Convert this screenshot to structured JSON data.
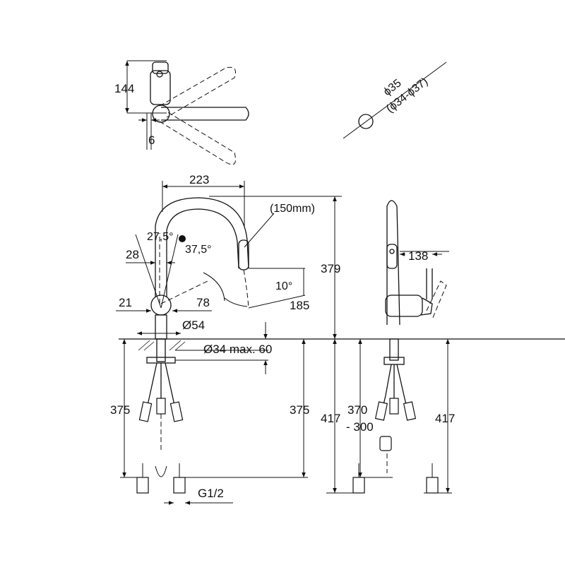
{
  "labels": {
    "top_height": "144",
    "top_offset": "6",
    "hole_dia": "ϕ35",
    "hole_range": "(ϕ34-ϕ37)",
    "spout_reach": "223",
    "hose_ext": "(150mm)",
    "angle_a": "27,5°",
    "angle_b": "37,5°",
    "dim_28": "28",
    "dim_21": "21",
    "dim_78": "78",
    "base_dia": "Ø54",
    "height_379": "379",
    "angle_10": "10°",
    "dim_185": "185",
    "shank": "Ø34 max. 60",
    "dim_375_left": "375",
    "dim_375_right": "375",
    "dim_417_a": "417",
    "dim_370": "370",
    "dim_300": "- 300",
    "dim_417_b": "417",
    "side_138": "138",
    "thread": "G1/2"
  },
  "colors": {
    "line": "#111111",
    "background": "#ffffff"
  }
}
